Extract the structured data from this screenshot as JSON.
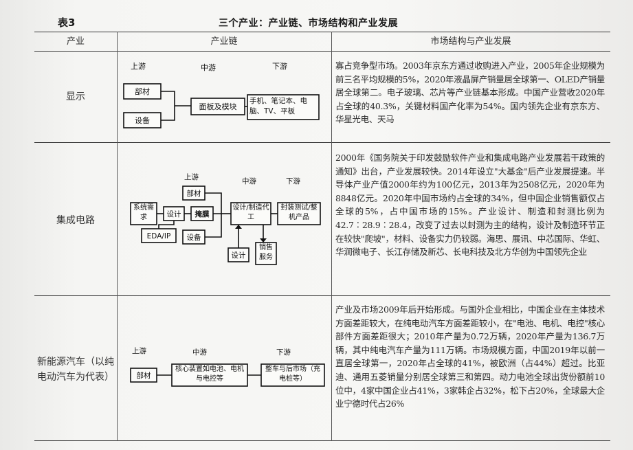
{
  "table": {
    "label": "表3",
    "title": "三个产业：产业链、市场结构和产业发展",
    "headers": [
      "产业",
      "产业链",
      "市场结构与产业发展"
    ]
  },
  "rows": [
    {
      "industry": "显示",
      "chain": {
        "stages": [
          "上游",
          "中游",
          "下游"
        ],
        "boxes": [
          "部材",
          "设备",
          "面板及模块",
          "手机、笔记本、电脑、TV、平板"
        ]
      },
      "description": "寡占竞争型市场。2003年京东方通过收购进入产业，2005年企业规模为前三名平均规模的5%，2020年液晶屏产销量居全球第一、OLED产销量居全球第二。电子玻璃、芯片等产业链基本形成。中国产业营收2020年占全球的40.3%，关键材料国产化率为54%。国内领先企业有京东方、华星光电、天马"
    },
    {
      "industry": "集成电路",
      "chain": {
        "stages": [
          "上游",
          "中游",
          "下游"
        ],
        "boxes": [
          "系统需求",
          "EDA/IP",
          "设计",
          "掩膜",
          "部材",
          "设备",
          "设计/制造代工",
          "封装测试/整机产品",
          "设计",
          "销售服务"
        ]
      },
      "description": "2000年《国务院关于印发鼓励软件产业和集成电路产业发展若干政策的通知》出台，产业发展较快。2014年设立\"大基金\"后产业发展提速。半导体产业产值2000年约为100亿元，2013年为2508亿元，2020年为8848亿元。2020年中国市场约占全球的34%，但中国企业销售额仅占全球的5%，占中国市场的15%。产业设计、制造和封测比例为42.7∶28.9∶28.4，改变了过去以封测为主的结构，设计及制造环节正在较快\"爬坡\"，材料、设备实力仍较弱。海思、展讯、中芯国际、华虹、华润微电子、长江存储及新芯、长电科技及北方华创为中国领先企业"
    },
    {
      "industry": "新能源汽车（以纯电动汽车为代表）",
      "chain": {
        "stages": [
          "上游",
          "中游",
          "下游"
        ],
        "boxes": [
          "部材",
          "核心装置如电池、电机与电控等",
          "整车与后市场（充电桩等）"
        ]
      },
      "description": "产业及市场2009年后开始形成。与国外企业相比，中国企业在主体技术方面差距较大，在纯电动汽车方面差距较小，在\"电池、电机、电控\"核心部件方面差距很大；2010年产量为0.72万辆，2020年产量为136.7万辆，其中纯电汽车产量为111万辆。市场规模方面，中国2019年以前一直居全球第一，2020年占全球的41%，被欧洲（占44%）超过。比亚迪、通用五菱销量分别居全球第三和第四。动力电池全球出货份额前10位中，4家中国企业占41%，3家韩企占32%，松下占20%，全球最大企业宁德时代占26%"
    }
  ]
}
